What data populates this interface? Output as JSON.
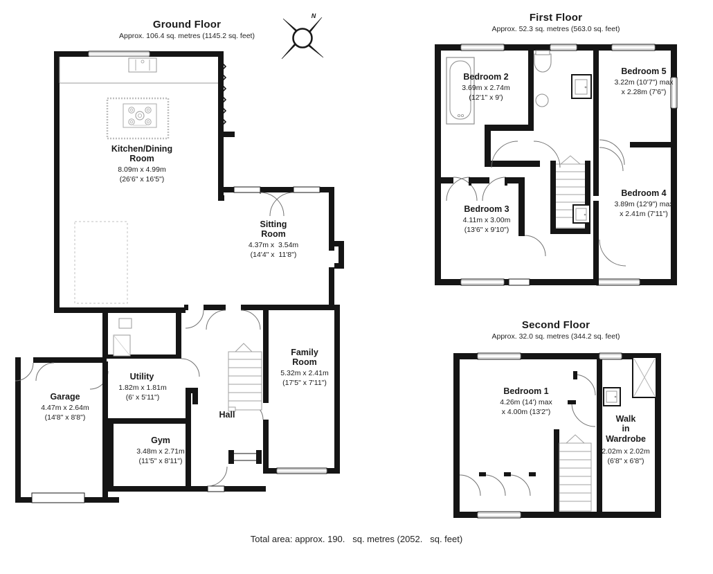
{
  "document": {
    "type": "floor-plan",
    "total_area_text": "Total area: approx. 190.   sq. metres (2052.   sq. feet)",
    "compass_label": "N"
  },
  "floors": [
    {
      "id": "ground-floor",
      "title": "Ground Floor",
      "subtitle": "Approx. 106.4 sq. metres (1145.2 sq. feet)",
      "rooms": [
        {
          "id": "kitchen-dining-room",
          "name": "Kitchen/Dining\nRoom",
          "dim_metric": "8.09m x 4.99m",
          "dim_imperial": "(26'6\" x 16'5\")"
        },
        {
          "id": "sitting-room",
          "name": "Sitting\nRoom",
          "dim_metric": "4.37m x  3.54m",
          "dim_imperial": "(14'4\" x  11'8\")"
        },
        {
          "id": "family-room",
          "name": "Family\nRoom",
          "dim_metric": "5.32m x 2.41m",
          "dim_imperial": "(17'5\" x 7'11\")"
        },
        {
          "id": "utility",
          "name": "Utility",
          "dim_metric": "1.82m x 1.81m",
          "dim_imperial": "(6' x 5'11\")"
        },
        {
          "id": "garage",
          "name": "Garage",
          "dim_metric": "4.47m x 2.64m",
          "dim_imperial": "(14'8\" x 8'8\")"
        },
        {
          "id": "gym",
          "name": "Gym",
          "dim_metric": "3.48m x 2.71m",
          "dim_imperial": "(11'5\" x 8'11\")"
        },
        {
          "id": "hall",
          "name": "Hall",
          "dim_metric": "",
          "dim_imperial": ""
        }
      ]
    },
    {
      "id": "first-floor",
      "title": "First Floor",
      "subtitle": "Approx. 52.3 sq. metres (563.0 sq. feet)",
      "rooms": [
        {
          "id": "bedroom-2",
          "name": "Bedroom 2",
          "dim_metric": "3.69m x 2.74m",
          "dim_imperial": "(12'1\" x 9')"
        },
        {
          "id": "bedroom-5",
          "name": "Bedroom 5",
          "dim_metric": "3.22m (10'7\") max",
          "dim_imperial": "x 2.28m (7'6\")"
        },
        {
          "id": "bedroom-3",
          "name": "Bedroom 3",
          "dim_metric": "4.11m x 3.00m",
          "dim_imperial": "(13'6\" x 9'10\")"
        },
        {
          "id": "bedroom-4",
          "name": "Bedroom 4",
          "dim_metric": "3.89m (12'9\") max",
          "dim_imperial": "x 2.41m (7'11\")"
        }
      ]
    },
    {
      "id": "second-floor",
      "title": "Second Floor",
      "subtitle": "Approx. 32.0 sq. metres (344.2 sq. feet)",
      "rooms": [
        {
          "id": "bedroom-1",
          "name": "Bedroom 1",
          "dim_metric": "4.26m (14') max",
          "dim_imperial": "x 4.00m (13'2\")"
        },
        {
          "id": "walk-in-wardrobe",
          "name": "Walk\nin\nWardrobe",
          "dim_metric": "2.02m x 2.02m",
          "dim_imperial": "(6'8\" x 6'8\")"
        }
      ]
    }
  ],
  "colors": {
    "wall": "#151515",
    "thin_wall": "#8c8c8c",
    "background": "#ffffff",
    "fixture_line": "#9a9a9a",
    "text": "#1a1a1a"
  }
}
